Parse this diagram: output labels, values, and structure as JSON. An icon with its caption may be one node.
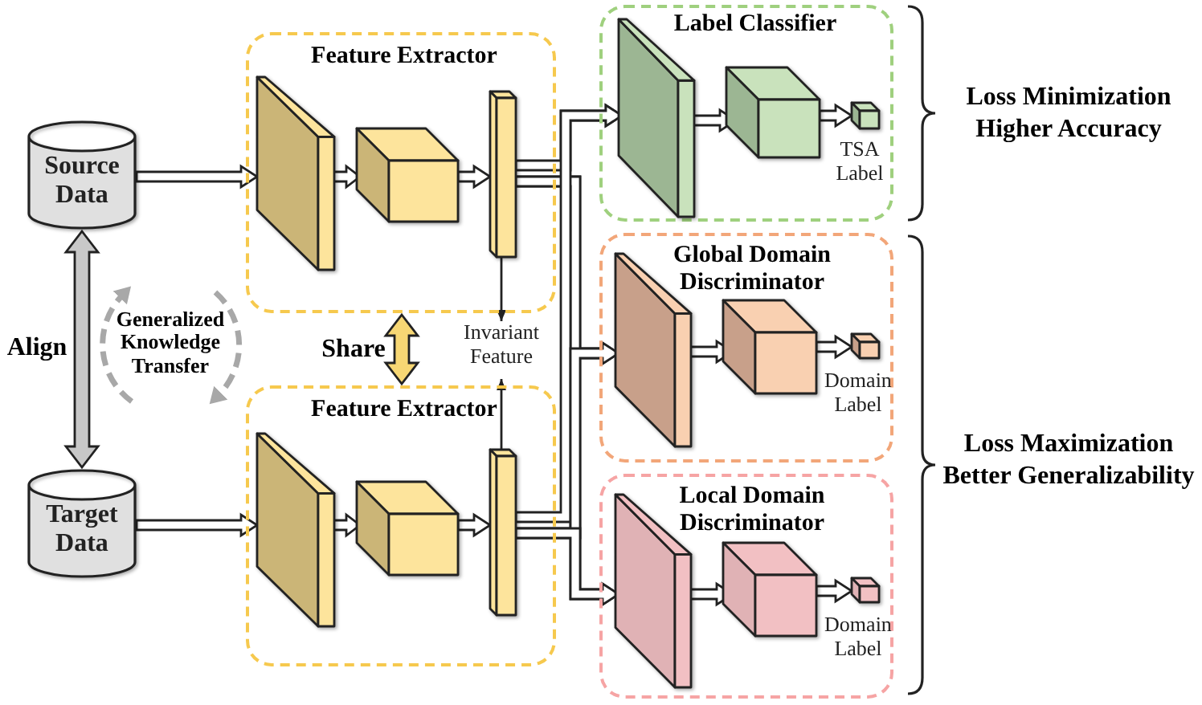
{
  "diagram": {
    "nodes": [
      {
        "text": [
          "Source Data"
        ]
      },
      {
        "text": [
          "Target Data"
        ]
      },
      {
        "text": [
          "Feature Extractor"
        ]
      },
      {
        "text": [],
        "shape": "box",
        "in": 2
      },
      {
        "text": [],
        "shape": "box",
        "in": 2
      },
      {
        "text": [],
        "shape": "bar",
        "in": 2
      },
      {
        "text": [
          "Feature Extractor"
        ]
      },
      {
        "text": [],
        "shape": "box",
        "in": 6
      },
      {
        "text": [],
        "shape": "box",
        "in": 6
      },
      {
        "text": [],
        "shape": "bar",
        "in": 6
      },
      {
        "text": [
          "Label Classifier"
        ]
      },
      {
        "text": [],
        "shape": "box",
        "in": 10
      },
      {
        "text": [],
        "shape": "box",
        "in": 10
      },
      {
        "text": [],
        "shape": "box",
        "in": 10,
        "beside": [
          "TSA Label"
        ]
      },
      {
        "text": [
          "Global Domain Discriminator"
        ]
      },
      {
        "text": [],
        "shape": "box",
        "in": 14
      },
      {
        "text": [],
        "shape": "box",
        "in": 14
      },
      {
        "text": [],
        "shape": "box",
        "in": 14,
        "beside": [
          "Domain Label"
        ]
      },
      {
        "text": [
          "Local Domain Discriminator"
        ]
      },
      {
        "text": [],
        "shape": "box",
        "in": 18
      },
      {
        "text": [],
        "shape": "box",
        "in": 18
      },
      {
        "text": [],
        "shape": "box",
        "in": 18,
        "beside": [
          "Domain Label"
        ]
      },
      {
        "text": [
          "Invariant Feature"
        ]
      }
    ],
    "edges": [
      {
        "from": 0,
        "to": 3,
        "arrow": "to",
        "style": "thick"
      },
      {
        "from": 3,
        "to": 4,
        "arrow": "to",
        "style": "thick"
      },
      {
        "from": 4,
        "to": 5,
        "arrow": "to",
        "style": "thick"
      },
      {
        "from": 1,
        "to": 7,
        "arrow": "to",
        "style": "thick"
      },
      {
        "from": 7,
        "to": 8,
        "arrow": "to",
        "style": "thick"
      },
      {
        "from": 8,
        "to": 9,
        "arrow": "to",
        "style": "thick"
      },
      {
        "from": 5,
        "to": 11,
        "arrow": "to",
        "style": "thick"
      },
      {
        "from": 5,
        "to": 15,
        "arrow": "to",
        "style": "thick"
      },
      {
        "from": 5,
        "to": 19,
        "arrow": "to",
        "style": "thick"
      },
      {
        "from": 9,
        "to": 11,
        "arrow": "to",
        "style": "thick"
      },
      {
        "from": 9,
        "to": 15,
        "arrow": "to",
        "style": "thick"
      },
      {
        "from": 9,
        "to": 19,
        "arrow": "to",
        "style": "thick"
      },
      {
        "from": 12,
        "to": 13,
        "arrow": "to",
        "style": "thick"
      },
      {
        "from": 16,
        "to": 17,
        "arrow": "to",
        "style": "thick"
      },
      {
        "from": 20,
        "to": 21,
        "arrow": "to",
        "style": "thick"
      },
      {
        "from": 11,
        "to": 12,
        "arrow": "to",
        "style": "thick"
      },
      {
        "from": 15,
        "to": 16,
        "arrow": "to",
        "style": "thick"
      },
      {
        "from": 19,
        "to": 20,
        "arrow": "to",
        "style": "thick"
      },
      {
        "from": 5,
        "to": 22,
        "arrow": "to"
      },
      {
        "from": 9,
        "to": 22,
        "arrow": "to"
      },
      {
        "from": 2,
        "to": 6,
        "arrow": "both",
        "style": "thick",
        "color": "#f7d774",
        "label": "Share"
      },
      {
        "from": 0,
        "to": 1,
        "arrow": "both",
        "style": "thick",
        "color": "#c8c8c8",
        "label": "Align"
      }
    ],
    "labels": [
      "Generalized Knowledge Transfer",
      "Loss Minimization",
      "Higher Accuracy",
      "Loss Maximization",
      "Better Generalizability"
    ]
  }
}
